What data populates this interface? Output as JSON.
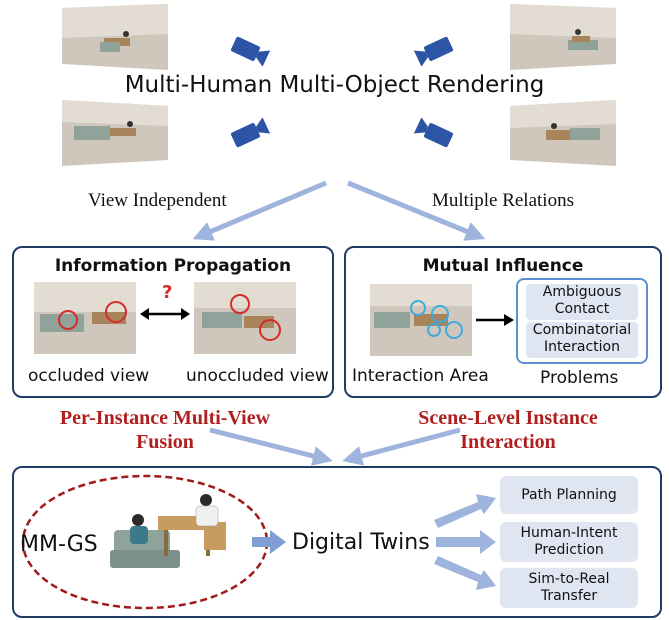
{
  "header": {
    "title": "Multi-Human Multi-Object Rendering",
    "left_branch": "View Independent",
    "right_branch": "Multiple Relations"
  },
  "left_panel": {
    "title": "Information Propagation",
    "question_mark": "?",
    "caption_left": "occluded view",
    "caption_right": "unoccluded view"
  },
  "right_panel": {
    "title": "Mutual Influence",
    "caption_left": "Interaction Area",
    "caption_right": "Problems",
    "problems": [
      "Ambiguous Contact",
      "Combinatorial Interaction"
    ]
  },
  "methods": {
    "left": "Per-Instance Multi-View Fusion",
    "right": "Scene-Level Instance Interaction"
  },
  "bottom": {
    "method_label": "MM-GS",
    "result_label": "Digital Twins",
    "applications": [
      "Path Planning",
      "Human-Intent Prediction",
      "Sim-to-Real Transfer"
    ]
  },
  "colors": {
    "camera": "#2d55a6",
    "arrow": "#9fb4dc",
    "panel_border": "#1f3b66",
    "method_text": "#b01f1f",
    "app_fill": "#dfe6f1"
  }
}
